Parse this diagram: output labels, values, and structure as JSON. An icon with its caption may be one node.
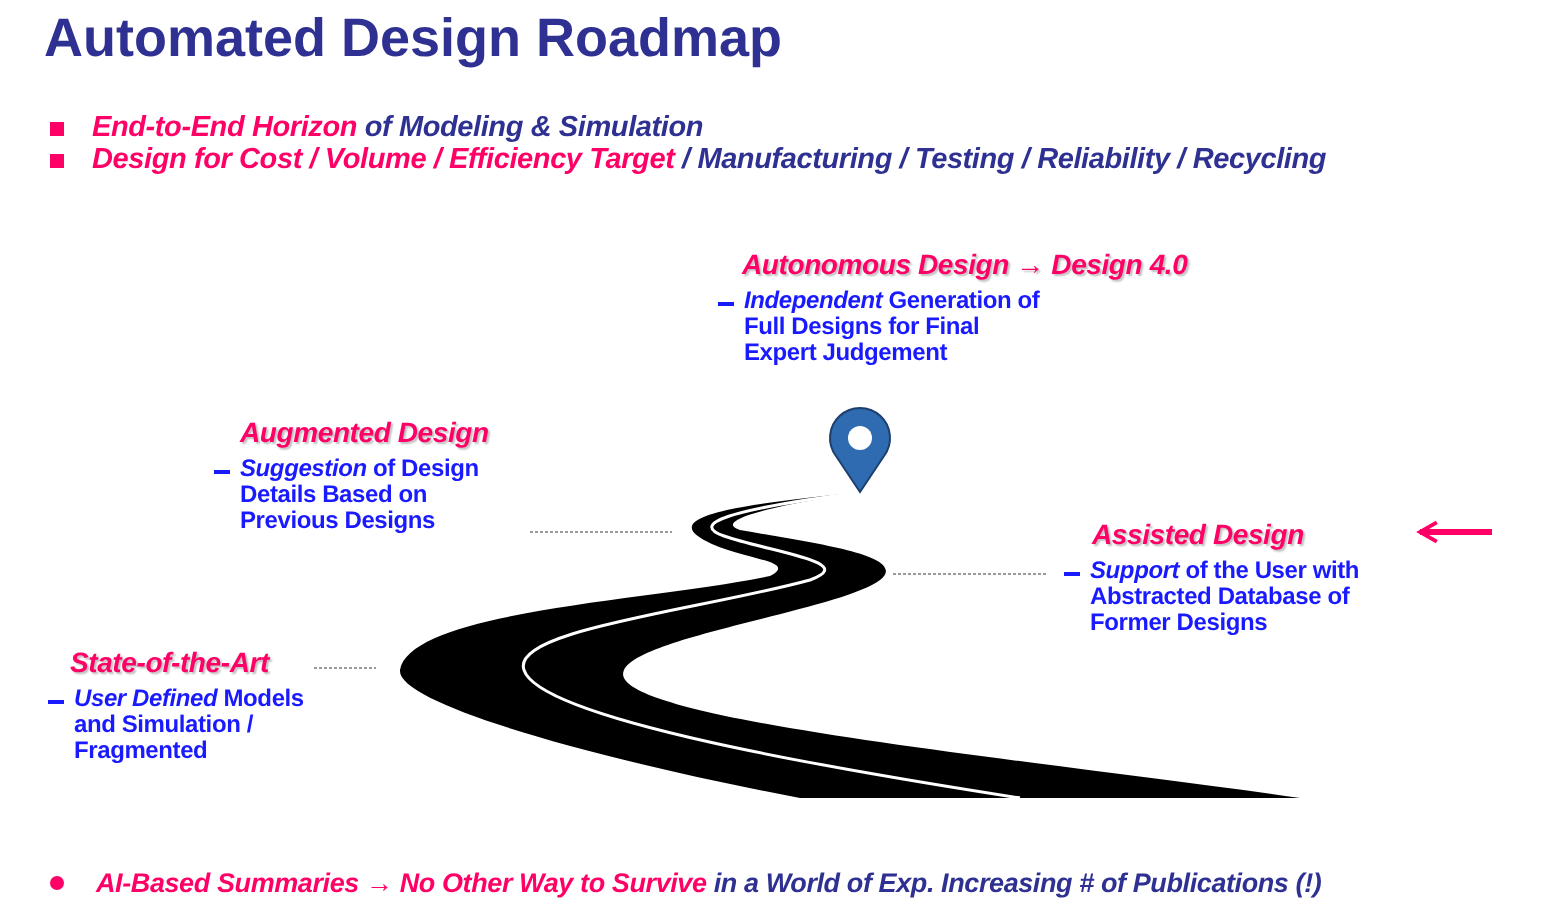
{
  "diagram": {
    "title": "Automated Design Roadmap",
    "nodes": [
      {
        "text": [
          "State-of-the-Art",
          "*User Defined* Models and Simulation / Fragmented"
        ]
      },
      {
        "text": [
          "Augmented Design",
          "*Suggestion* of Design Details Based on Previous Designs"
        ]
      },
      {
        "text": [
          "Assisted Design",
          "*Support* of the User with Abstracted Database of Former Designs"
        ]
      },
      {
        "text": [
          "Autonomous Design → Design 4.0",
          "*Independent* Generation of Full Designs for Final Expert Judgement"
        ]
      }
    ],
    "edges": [
      {
        "from": 0,
        "to": null,
        "arrow": "none",
        "style": "dashed"
      },
      {
        "from": 1,
        "to": null,
        "arrow": "none",
        "style": "dashed"
      },
      {
        "from": 2,
        "to": null,
        "arrow": "none",
        "style": "dashed"
      },
      {
        "from": null,
        "to": 2,
        "arrow": "to",
        "style": "thick",
        "color": "#ff0066"
      }
    ],
    "labels": [
      "**End-to-End Horizon** of Modeling & Simulation",
      "**Design for Cost / Volume / Efficiency Target** / Manufacturing / Testing / Reliability / Recycling",
      "**AI-Based Summaries → No Other Way to Survive** in a World of Exp. Increasing # of Publications (!)"
    ]
  }
}
